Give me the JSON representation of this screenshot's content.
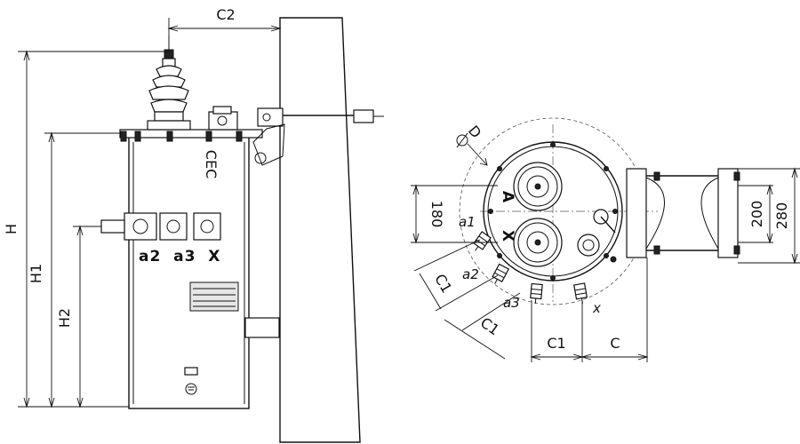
{
  "labels": {
    "c2": "C2",
    "h": "H",
    "h1": "H1",
    "h2": "H2",
    "d": "D",
    "dim_180": "180",
    "dim_200": "200",
    "dim_280": "280",
    "c1_a": "C1",
    "c1_b": "C1",
    "c1_c": "C1",
    "c": "C",
    "a1": "a1",
    "a2": "a2",
    "a3": "a3",
    "x_small": "x",
    "phase_a": "A",
    "phase_x": "X",
    "front_terminals": "a2  a3  X",
    "tank_marking": "CEC"
  }
}
